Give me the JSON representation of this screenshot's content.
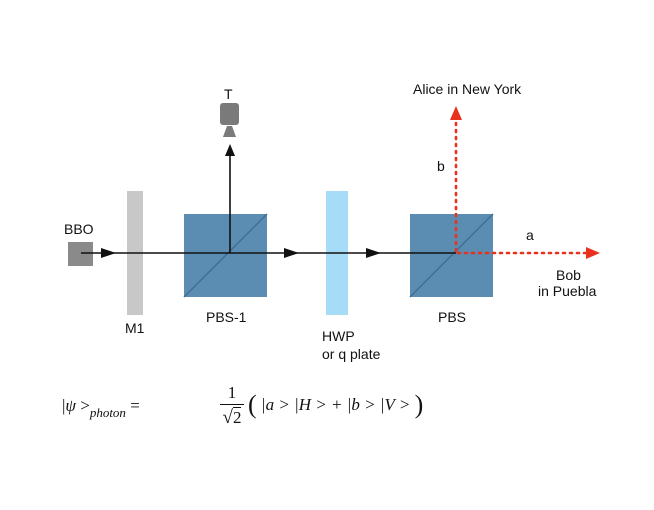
{
  "labels": {
    "bbo": "BBO",
    "m1": "M1",
    "pbs1": "PBS-1",
    "t": "T",
    "hwp_line1": "HWP",
    "hwp_line2": "or q plate",
    "pbs": "PBS",
    "alice": "Alice in New York",
    "b": "b",
    "a": "a",
    "bob_line1": "Bob",
    "bob_line2": "in Puebla"
  },
  "formula": {
    "ket_open": "|",
    "psi": "ψ",
    "ket_close": " >",
    "subscript": "photon",
    "equals": " = ",
    "numerator": "1",
    "radical": "√",
    "radicand": "2",
    "lparen": "(",
    "term1": " |a > |H > + |b > |V > ",
    "rparen": ")"
  },
  "colors": {
    "beam": "#111111",
    "output_dotted": "#e8321e",
    "bbo_block": "#8a8a8a",
    "mirror": "#c8c8c8",
    "cube": "#5b8db2",
    "cube_edge": "#3f6f94",
    "hwp_plate": "#a6dcf7",
    "detector": "#7a7a7a"
  },
  "icons": {
    "detector": "detector-icon",
    "beam_arrow": "arrow-icon"
  }
}
